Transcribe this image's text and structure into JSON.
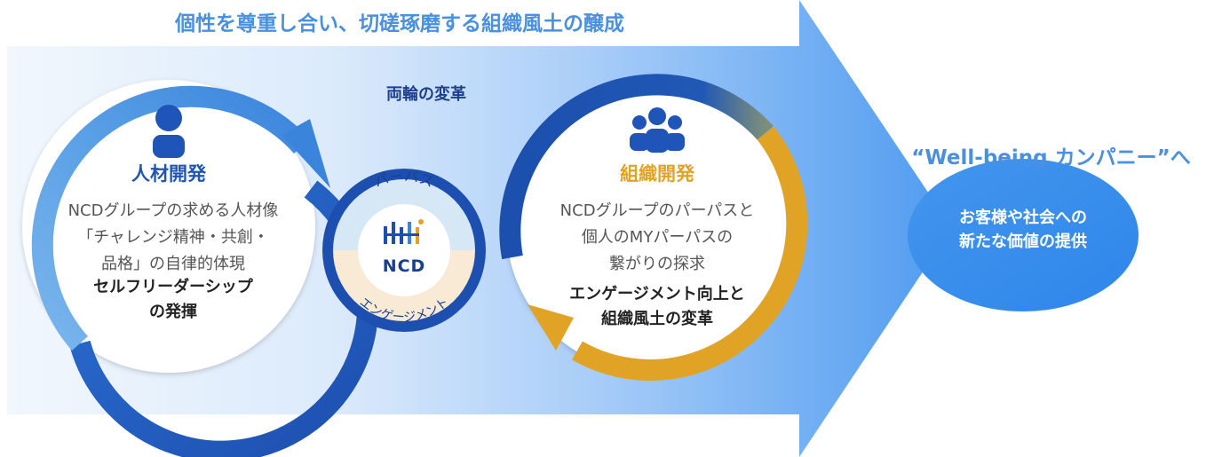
{
  "headline": "個性を尊重し合い、切磋琢磨する組織風土の醸成",
  "center_label": "両輪の変革",
  "goal_label": "“Well-being カンパニー”へ",
  "hr": {
    "title": "人材開発",
    "description": [
      "NCDグループの求める人材像",
      "「チャレンジ精神・共創・",
      "品格」の自律的体現"
    ],
    "result": [
      "セルフリーダーシップ",
      "の発揮"
    ]
  },
  "org": {
    "title": "組織開発",
    "description": [
      "NCDグループのパーパスと",
      "個人のMYパーパスの",
      "繋がりの探求"
    ],
    "result": [
      "エンゲージメント向上と",
      "組織風土の変革"
    ]
  },
  "center": {
    "logo_text": "NCD",
    "top_label": "パーパス",
    "bottom_label": "エンゲージメント"
  },
  "value": [
    "お客様や社会への",
    "新たな価値の提供"
  ],
  "colors": {
    "arrow_light": "#eaf3fc",
    "arrow_dark": "#4f9bf0",
    "headline_blue": "#4a90e0",
    "navy": "#1e3f8a",
    "hr_blue": "#1f55b8",
    "org_gold": "#e1a326",
    "value_blue": "#3a8fec"
  },
  "icons": {
    "hr": "person-icon",
    "org": "group-icon",
    "logo": "ncd-logo-icon"
  }
}
